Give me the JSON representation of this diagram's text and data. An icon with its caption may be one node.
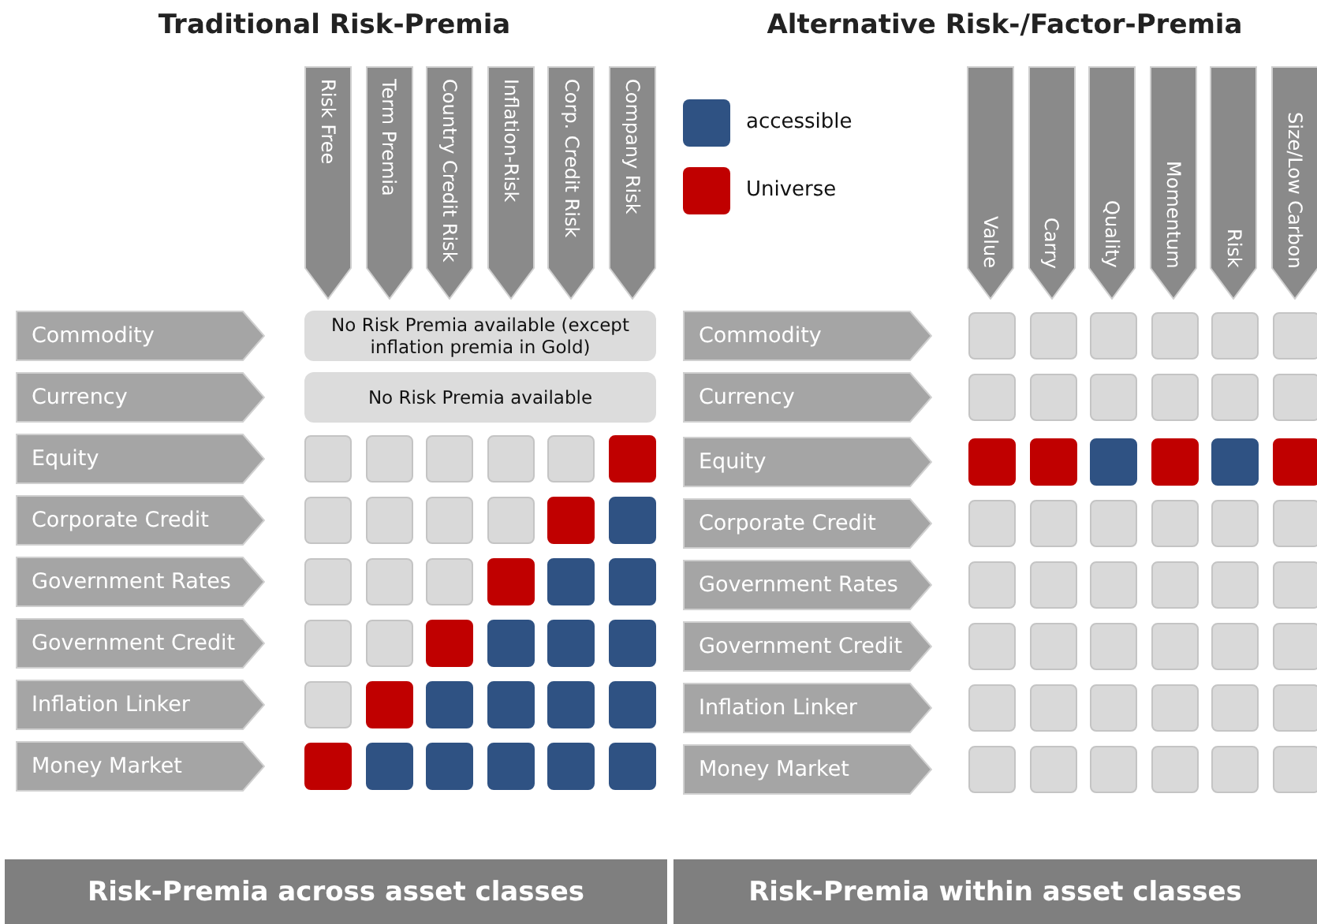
{
  "diagram": {
    "nodes": [
      {
        "text": [
          "Risk Free"
        ]
      },
      {
        "text": [
          "Term Premia"
        ]
      },
      {
        "text": [
          "Country Credit Risk"
        ]
      },
      {
        "text": [
          "Inflation-Risk"
        ]
      },
      {
        "text": [
          "Corp. Credit Risk"
        ]
      },
      {
        "text": [
          "Company Risk"
        ]
      },
      {
        "text": [
          "Value"
        ]
      },
      {
        "text": [
          "Carry"
        ]
      },
      {
        "text": [
          "Quality"
        ]
      },
      {
        "text": [
          "Momentum"
        ]
      },
      {
        "text": [
          "Risk"
        ]
      },
      {
        "text": [
          "Size/Low Carbon"
        ]
      },
      {
        "text": [
          "Commodity"
        ]
      },
      {
        "text": [
          "No Risk Premia available (except inflation premia in Gold)"
        ]
      },
      {
        "text": [
          "Commodity"
        ]
      },
      {
        "text": [],
        "shape": "box"
      },
      {
        "text": [],
        "shape": "box"
      },
      {
        "text": [],
        "shape": "box"
      },
      {
        "text": [],
        "shape": "box"
      },
      {
        "text": [],
        "shape": "box"
      },
      {
        "text": [],
        "shape": "box"
      },
      {
        "text": [
          "Currency"
        ]
      },
      {
        "text": [
          "No Risk Premia available"
        ]
      },
      {
        "text": [
          "Currency"
        ]
      },
      {
        "text": [],
        "shape": "box"
      },
      {
        "text": [],
        "shape": "box"
      },
      {
        "text": [],
        "shape": "box"
      },
      {
        "text": [],
        "shape": "box"
      },
      {
        "text": [],
        "shape": "box"
      },
      {
        "text": [],
        "shape": "box"
      },
      {
        "text": [
          "Equity"
        ]
      },
      {
        "text": [],
        "shape": "box"
      },
      {
        "text": [],
        "shape": "box"
      },
      {
        "text": [],
        "shape": "box"
      },
      {
        "text": [],
        "shape": "box"
      },
      {
        "text": [],
        "shape": "box"
      },
      {
        "text": [],
        "shape": "box"
      },
      {
        "text": [
          "Equity"
        ]
      },
      {
        "text": [],
        "shape": "box"
      },
      {
        "text": [],
        "shape": "box"
      },
      {
        "text": [],
        "shape": "box"
      },
      {
        "text": [],
        "shape": "box"
      },
      {
        "text": [],
        "shape": "box"
      },
      {
        "text": [],
        "shape": "box"
      },
      {
        "text": [
          "Corporate Credit"
        ]
      },
      {
        "text": [],
        "shape": "box"
      },
      {
        "text": [],
        "shape": "box"
      },
      {
        "text": [],
        "shape": "box"
      },
      {
        "text": [],
        "shape": "box"
      },
      {
        "text": [],
        "shape": "box"
      },
      {
        "text": [],
        "shape": "box"
      },
      {
        "text": [
          "Corporate Credit"
        ]
      },
      {
        "text": [],
        "shape": "box"
      },
      {
        "text": [],
        "shape": "box"
      },
      {
        "text": [],
        "shape": "box"
      },
      {
        "text": [],
        "shape": "box"
      },
      {
        "text": [],
        "shape": "box"
      },
      {
        "text": [],
        "shape": "box"
      },
      {
        "text": [
          "Government Rates"
        ]
      },
      {
        "text": [],
        "shape": "box"
      },
      {
        "text": [],
        "shape": "box"
      },
      {
        "text": [],
        "shape": "box"
      },
      {
        "text": [],
        "shape": "box"
      },
      {
        "text": [],
        "shape": "box"
      },
      {
        "text": [],
        "shape": "box"
      },
      {
        "text": [
          "Government Rates"
        ]
      },
      {
        "text": [],
        "shape": "box"
      },
      {
        "text": [],
        "shape": "box"
      },
      {
        "text": [],
        "shape": "box"
      },
      {
        "text": [],
        "shape": "box"
      },
      {
        "text": [],
        "shape": "box"
      },
      {
        "text": [],
        "shape": "box"
      },
      {
        "text": [
          "Government Credit"
        ]
      },
      {
        "text": [],
        "shape": "box"
      },
      {
        "text": [],
        "shape": "box"
      },
      {
        "text": [],
        "shape": "box"
      },
      {
        "text": [],
        "shape": "box"
      },
      {
        "text": [],
        "shape": "box"
      },
      {
        "text": [],
        "shape": "box"
      },
      {
        "text": [
          "Government Credit"
        ]
      },
      {
        "text": [],
        "shape": "box"
      },
      {
        "text": [],
        "shape": "box"
      },
      {
        "text": [],
        "shape": "box"
      },
      {
        "text": [],
        "shape": "box"
      },
      {
        "text": [],
        "shape": "box"
      },
      {
        "text": [],
        "shape": "box"
      },
      {
        "text": [
          "Inflation Linker"
        ]
      },
      {
        "text": [],
        "shape": "box"
      },
      {
        "text": [],
        "shape": "box"
      },
      {
        "text": [],
        "shape": "box"
      },
      {
        "text": [],
        "shape": "box"
      },
      {
        "text": [],
        "shape": "box"
      },
      {
        "text": [],
        "shape": "box"
      },
      {
        "text": [
          "Inflation Linker"
        ]
      },
      {
        "text": [],
        "shape": "box"
      },
      {
        "text": [],
        "shape": "box"
      },
      {
        "text": [],
        "shape": "box"
      },
      {
        "text": [],
        "shape": "box"
      },
      {
        "text": [],
        "shape": "box"
      },
      {
        "text": [],
        "shape": "box"
      },
      {
        "text": [
          "Money Market"
        ]
      },
      {
        "text": [],
        "shape": "box"
      },
      {
        "text": [],
        "shape": "box"
      },
      {
        "text": [],
        "shape": "box"
      },
      {
        "text": [],
        "shape": "box"
      },
      {
        "text": [],
        "shape": "box"
      },
      {
        "text": [],
        "shape": "box"
      },
      {
        "text": [
          "Money Market"
        ]
      },
      {
        "text": [],
        "shape": "box"
      },
      {
        "text": [],
        "shape": "box"
      },
      {
        "text": [],
        "shape": "box"
      },
      {
        "text": [],
        "shape": "box"
      },
      {
        "text": [],
        "shape": "box"
      },
      {
        "text": [],
        "shape": "box"
      },
      {
        "text": [
          "Risk-Premia across asset classes"
        ]
      },
      {
        "text": [
          "Risk-Premia within asset classes"
        ]
      }
    ],
    "labels": [
      "Traditional Risk-Premia",
      "Alternative Risk-/Factor-Premia"
    ],
    "legend": [
      {
        "text": "accessible",
        "color": "#2f5283"
      },
      {
        "text": "Universe",
        "color": "#c00000"
      }
    ]
  }
}
